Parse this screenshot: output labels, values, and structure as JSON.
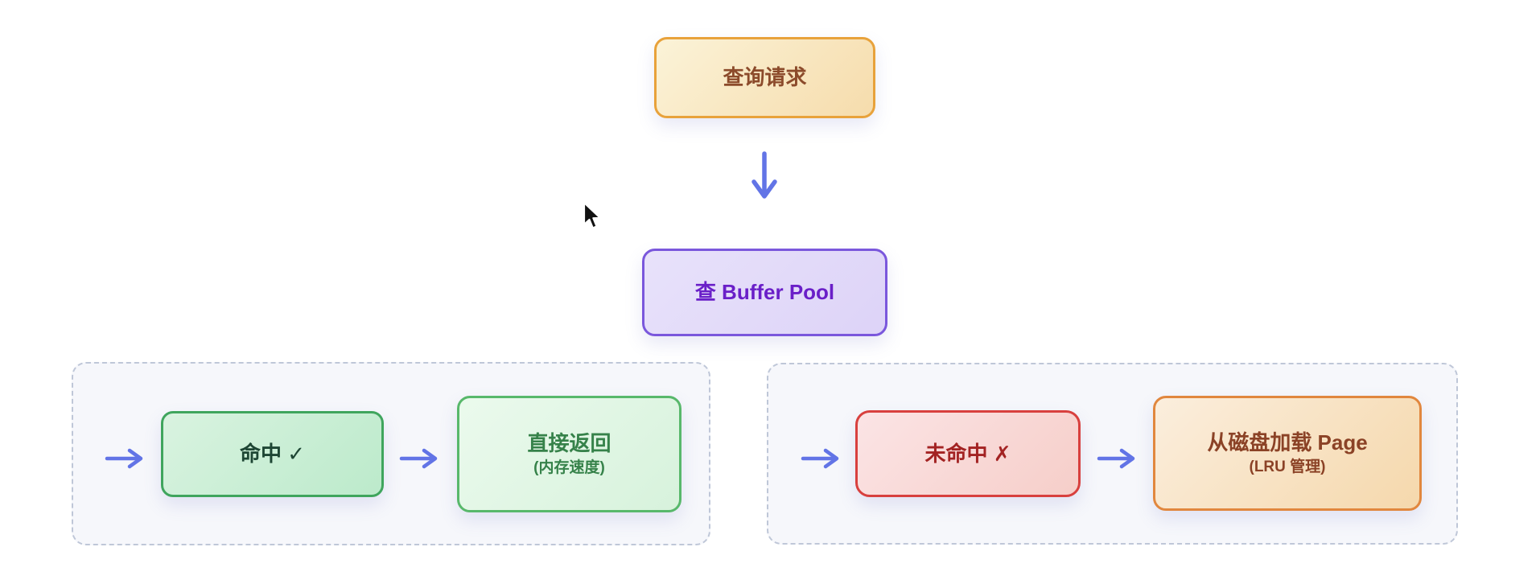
{
  "diagram": {
    "title_hint": "buffer-pool-query-flowchart",
    "nodes": {
      "query": {
        "label": "查询请求"
      },
      "buffer_pool": {
        "label": "查 Buffer Pool"
      },
      "hit": {
        "label": "命中 ✓"
      },
      "direct_return": {
        "label": "直接返回",
        "sublabel": "(内存速度)"
      },
      "miss": {
        "label": "未命中 ✗"
      },
      "disk_load": {
        "label": "从磁盘加载 Page",
        "sublabel": "(LRU 管理)"
      }
    },
    "edges": [
      {
        "from": "query",
        "to": "buffer_pool",
        "direction": "down"
      },
      {
        "from": "buffer_pool",
        "to": "hit",
        "direction": "right"
      },
      {
        "from": "hit",
        "to": "direct_return",
        "direction": "right"
      },
      {
        "from": "buffer_pool",
        "to": "miss",
        "direction": "right"
      },
      {
        "from": "miss",
        "to": "disk_load",
        "direction": "right"
      }
    ],
    "colors": {
      "arrow": "#6274E6",
      "branch_border": "#BFC7D8",
      "branch_background": "#F6F7FB",
      "query_border": "#E8A23B",
      "query_text": "#8C4B2B",
      "buffer_border": "#7A57DC",
      "buffer_text": "#6A1FC8",
      "hit_border": "#3FA55D",
      "hit_text": "#1E4634",
      "return_border": "#58B86B",
      "return_text": "#36824A",
      "miss_border": "#D8403E",
      "miss_text": "#A32323",
      "load_border": "#E1873E",
      "load_text": "#8B4226"
    }
  }
}
